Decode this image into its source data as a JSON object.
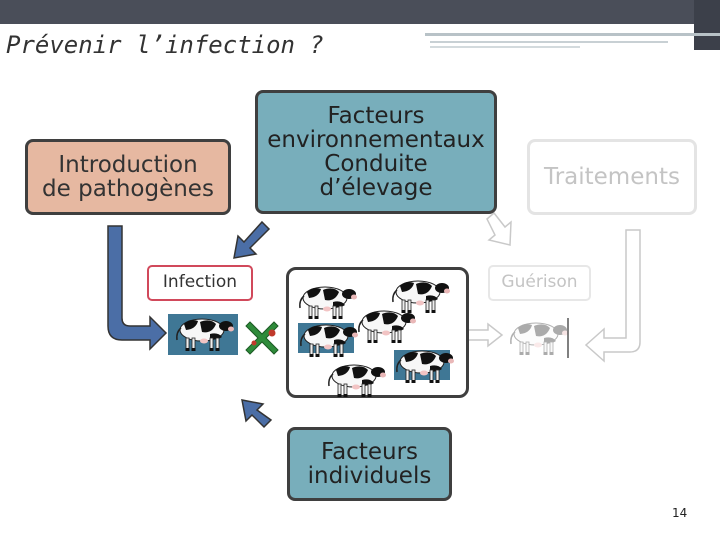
{
  "slide": {
    "title": "Prévenir l’infection ?",
    "page_number": "14"
  },
  "boxes": {
    "introduction": [
      "Introduction",
      "de pathogènes"
    ],
    "environment": [
      "Facteurs",
      "environnementaux",
      "Conduite",
      "d’élevage"
    ],
    "treatments": [
      "Traitements"
    ],
    "individual": [
      "Facteurs",
      "individuels"
    ]
  },
  "labels": {
    "infection": "Infection",
    "recovery": "Guérison"
  },
  "colors": {
    "introduction_fill": "#e6b8a1",
    "factor_fill": "#78aebb",
    "arrow_fill": "#4b6ea6",
    "infection_border": "#d1495b",
    "faded": "#c4c4c4"
  },
  "icons": [
    "cow-icon",
    "sick-cow-icon",
    "pathogen-icon",
    "arrow-icon"
  ]
}
